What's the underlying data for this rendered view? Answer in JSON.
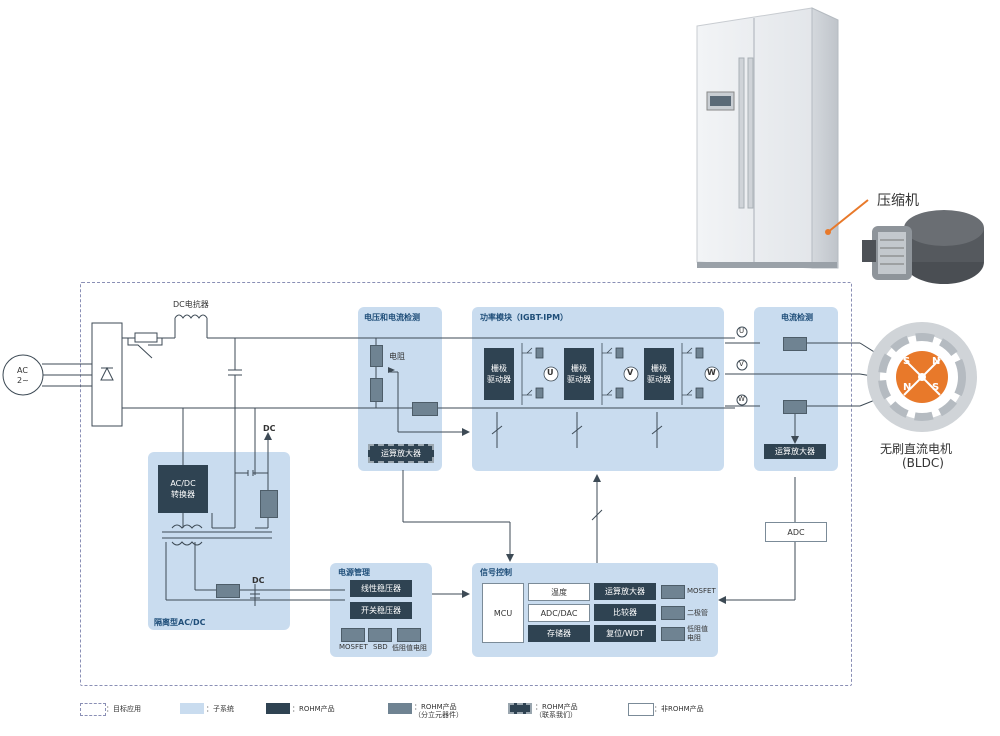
{
  "app": {
    "compressor_label": "压缩机",
    "motor_label_line1": "无刷直流电机",
    "motor_label_line2": "(BLDC)"
  },
  "blocks": {
    "ac_source": {
      "line1": "AC",
      "line2": "2~"
    },
    "dc_reactor": "DC电抗器",
    "dc_top": "DC",
    "dc_mid": "DC",
    "voltage_current": {
      "title": "电压和电流检测",
      "resistor": "电阻",
      "opamp": "运算放大器"
    },
    "power_module": {
      "title": "功率模块（IGBT-IPM）",
      "gate_driver": "栅极\n驱动器",
      "phases": [
        "U",
        "V",
        "W"
      ]
    },
    "current_detect": {
      "title": "电流检测",
      "opamp": "运算放大器",
      "phases": [
        "U",
        "V",
        "W"
      ]
    },
    "isolated": {
      "title": "隔离型AC/DC",
      "converter": "AC/DC\n转换器"
    },
    "power_mgmt": {
      "title": "电源管理",
      "linear": "线性稳压器",
      "switching": "开关稳压器",
      "mosfet": "MOSFET",
      "sbd": "SBD",
      "low_res": "低阻值电阻"
    },
    "signal": {
      "title": "信号控制",
      "mcu": "MCU",
      "temp": "温度",
      "adc_dac": "ADC/DAC",
      "memory": "存储器",
      "opamp": "运算放大器",
      "comparator": "比较器",
      "reset": "复位/WDT",
      "mosfet": "MOSFET",
      "diode": "二极管",
      "low_res": "低阻值\n电阻"
    },
    "adc": "ADC",
    "motor_poles": [
      "S",
      "N",
      "N",
      "S"
    ]
  },
  "legend": {
    "target_app": "：目标应用",
    "subsystem": "：子系统",
    "rohm": "：ROHM产品",
    "rohm_discrete": "：ROHM产品\n（分立元器件）",
    "rohm_contact": "：ROHM产品\n（联系我们）",
    "non_rohm": "：非ROHM产品"
  },
  "colors": {
    "rohm": "#2f4352",
    "subsystem": "#c9dcef",
    "accent": "#e8792a",
    "line": "#3d4a55"
  }
}
